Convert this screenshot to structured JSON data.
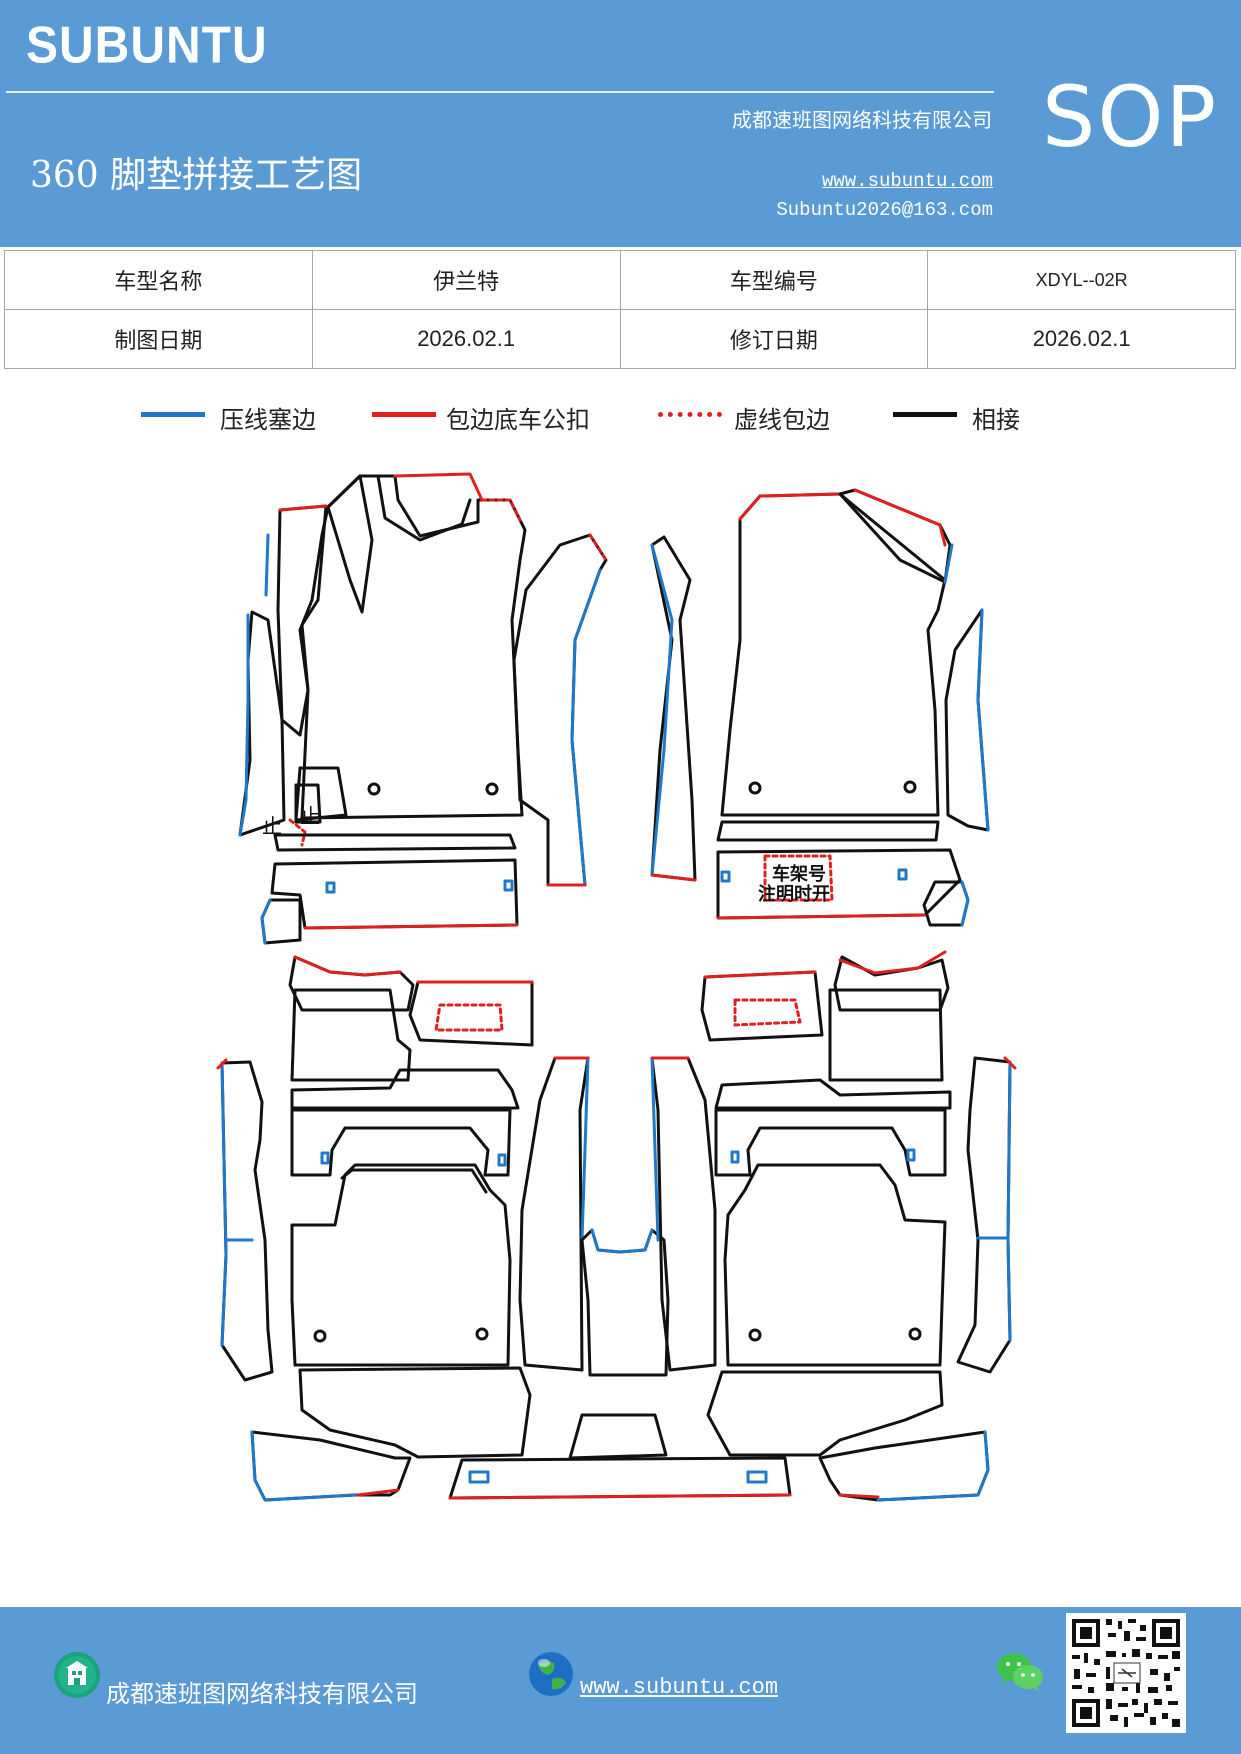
{
  "header": {
    "brand": "SUBUNTU",
    "company": "成都速班图网络科技有限公司",
    "badge": "SOP",
    "title": "360 脚垫拼接工艺图",
    "website": "www.subuntu.com",
    "email": "Subuntu2026@163.com"
  },
  "info_table": {
    "rows": [
      {
        "label1": "车型名称",
        "value1": "伊兰特",
        "label2": "车型编号",
        "value2": "XDYL--02R"
      },
      {
        "label1": "制图日期",
        "value1": "2026.02.1",
        "label2": "修订日期",
        "value2": "2026.02.1"
      }
    ]
  },
  "legend": {
    "items": [
      {
        "label": "压线塞边",
        "color": "#1f78c8",
        "style": "solid"
      },
      {
        "label": "包边底车公扣",
        "color": "#e02020",
        "style": "solid"
      },
      {
        "label": "虚线包边",
        "color": "#e02020",
        "style": "dotted"
      },
      {
        "label": "相接",
        "color": "#111111",
        "style": "solid"
      }
    ]
  },
  "diagram": {
    "annotation_line1": "车架号",
    "annotation_line2": "注明时开",
    "small_mark": "止"
  },
  "colors": {
    "banner": "#5b9bd5",
    "blue_edge": "#1f78c8",
    "red_edge": "#e02020",
    "outline": "#111111"
  },
  "footer": {
    "company": "成都速班图网络科技有限公司",
    "website": "www.subuntu.com",
    "company_icon": "building-icon",
    "web_icon": "globe-icon",
    "chat_icon": "wechat-icon"
  }
}
